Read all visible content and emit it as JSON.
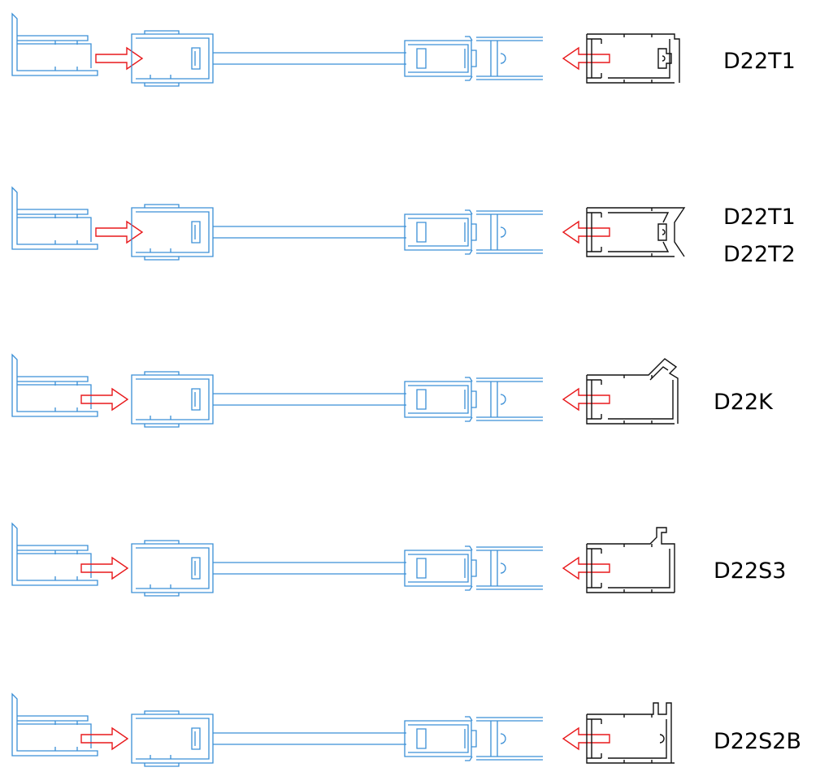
{
  "colors": {
    "profile": "#3a8fd6",
    "cover": "#111111",
    "arrow": "#e8191c",
    "label": "#000000"
  },
  "rows": [
    {
      "labels": [
        "D22T1"
      ],
      "cover": "t1"
    },
    {
      "labels": [
        "D22T1",
        "D22T2"
      ],
      "cover": "t2"
    },
    {
      "labels": [
        "D22K"
      ],
      "cover": "k"
    },
    {
      "labels": [
        "D22S3"
      ],
      "cover": "s3"
    },
    {
      "labels": [
        "D22S2B"
      ],
      "cover": "s2b"
    }
  ]
}
